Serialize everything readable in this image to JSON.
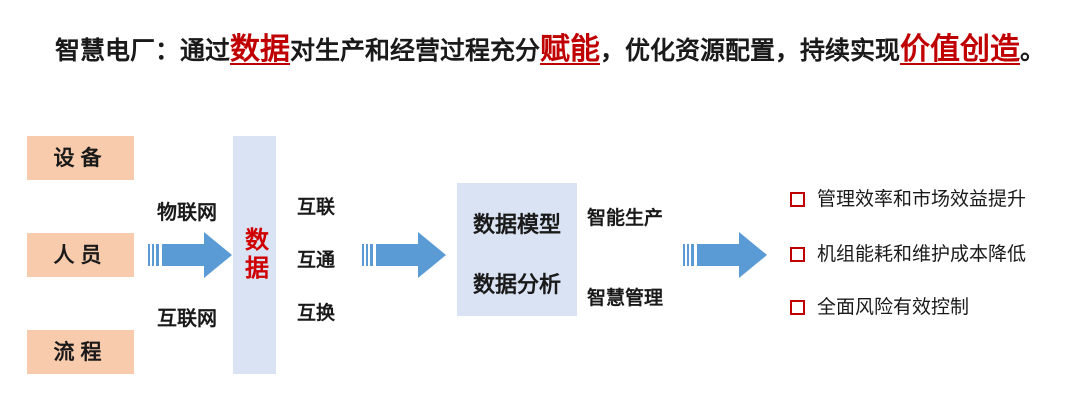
{
  "headline": {
    "p1": "智慧电厂：通过",
    "h1": "数据",
    "p2": "对生产和经营过程充分",
    "h2": "赋能",
    "p3": "，优化资源配置，持续实现",
    "h3": "价值创造",
    "p4": "。"
  },
  "sources": [
    "设备",
    "人员",
    "流程"
  ],
  "networks": [
    "物联网",
    "互联网"
  ],
  "data_column": "数据",
  "links": [
    "互联",
    "互通",
    "互换"
  ],
  "model_box": [
    "数据模型",
    "数据分析"
  ],
  "applications": [
    "智能生产",
    "智慧管理"
  ],
  "results": [
    "管理效率和市场效益提升",
    "机组能耗和维护成本降低",
    "全面风险有效控制"
  ],
  "colors": {
    "accent_red": "#c00000",
    "arrow_blue": "#5b9bd5",
    "source_fill": "#f8cbad",
    "box_fill": "#dae3f3"
  }
}
